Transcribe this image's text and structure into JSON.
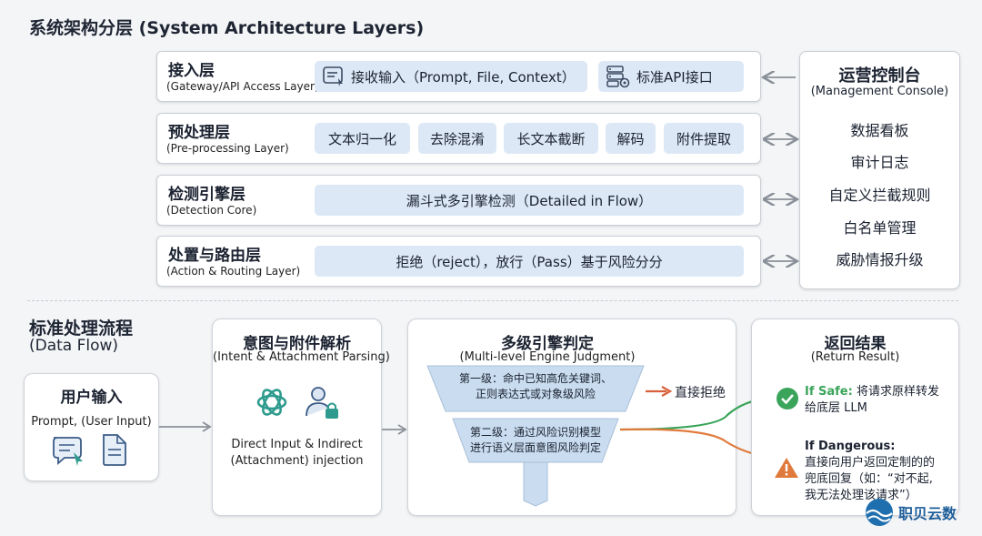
{
  "header": {
    "title": "系统架构分层 (System Architecture Layers)"
  },
  "layers": [
    {
      "name": "接入层",
      "sub": "(Gateway/API Access Layer)",
      "chips": [
        "接收输入（Prompt, File, Context）",
        "标准API接口"
      ]
    },
    {
      "name": "预处理层",
      "sub": "(Pre-processing Layer)",
      "chips": [
        "文本归一化",
        "去除混淆",
        "长文本截断",
        "解码",
        "附件提取"
      ]
    },
    {
      "name": "检测引擎层",
      "sub": "(Detection Core)",
      "chips": [
        "漏斗式多引擎检测（Detailed in Flow）"
      ]
    },
    {
      "name": "处置与路由层",
      "sub": "(Action & Routing Layer)",
      "chips": [
        "拒绝（reject），放行（Pass）基于风险分分"
      ]
    }
  ],
  "console": {
    "title": "运营控制台",
    "sub": "(Management Console)",
    "items": [
      "数据看板",
      "审计日志",
      "自定义拦截规则",
      "白名单管理",
      "威胁情报升级"
    ]
  },
  "flow": {
    "title": "标准处理流程",
    "sub": "(Data Flow)",
    "user_input": {
      "title": "用户输入",
      "sub": "Prompt, (User Input)"
    },
    "intent": {
      "title": "意图与附件解析",
      "sub": "(Intent & Attachment Parsing)",
      "desc1": "Direct Input & Indirect",
      "desc2": "(Attachment) injection"
    },
    "engine": {
      "title": "多级引擎判定",
      "sub": "(Multi-level Engine Judgment)",
      "level1_a": "第一级：命中已知高危关键词、",
      "level1_b": "正则表达式或对象级风险",
      "level2_a": "第二级：通过风险识别模型",
      "level2_b": "进行语义层面意图风险判定",
      "reject": "直接拒绝"
    },
    "result": {
      "title": "返回结果",
      "sub": "(Return Result)",
      "safe_label": "If Safe:",
      "safe_text1": "将请求原样转发",
      "safe_text2": "给底层 LLM",
      "danger_label": "If Dangerous:",
      "danger_text1": "直接向用户返回定制的的",
      "danger_text2": "兜底回复（如：“对不起,",
      "danger_text3": "我无法处理该请求”）"
    }
  },
  "watermark": {
    "text": "职贝云数"
  },
  "colors": {
    "chip_bg": "#dce8f5",
    "safe": "#3aa55a",
    "danger": "#e07a3c",
    "arrow": "#8a9099",
    "reject_arrow": "#d9603b",
    "funnel": "#c9dcf0"
  }
}
